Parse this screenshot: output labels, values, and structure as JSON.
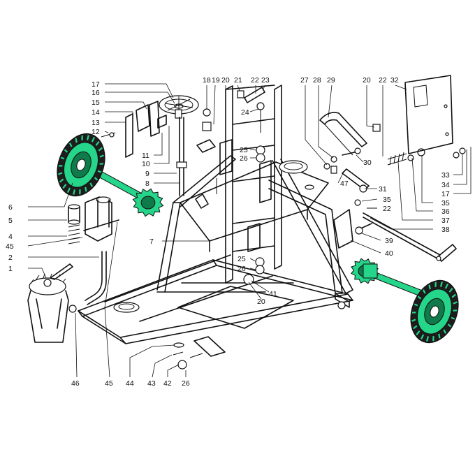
{
  "colors": {
    "highlight": "#25d58a",
    "highlight_dark": "#0f7a4a",
    "line": "#111111",
    "background": "#ffffff",
    "tire": "#1d1d1d"
  },
  "callouts": {
    "n1": "1",
    "n2": "2",
    "n4": "4",
    "n5": "5",
    "n6": "6",
    "n7": "7",
    "n8": "8",
    "n9": "9",
    "n10": "10",
    "n11": "11",
    "n12": "12",
    "n13": "13",
    "n14": "14",
    "n15": "15",
    "n16": "16",
    "n17": "17",
    "n18": "18",
    "n19": "19",
    "n20": "20",
    "n21": "21",
    "n22": "22",
    "n23": "23",
    "n24": "24",
    "n25": "25",
    "n26": "26",
    "n27": "27",
    "n28": "28",
    "n29": "29",
    "n30": "30",
    "n31": "31",
    "n32": "32",
    "n33": "33",
    "n34": "34",
    "n35": "35",
    "n36": "36",
    "n37": "37",
    "n38": "38",
    "n39": "39",
    "n40": "40",
    "n41": "41",
    "n42": "42",
    "n43": "43",
    "n44": "44",
    "n45": "45",
    "n46": "46",
    "n47": "47"
  }
}
